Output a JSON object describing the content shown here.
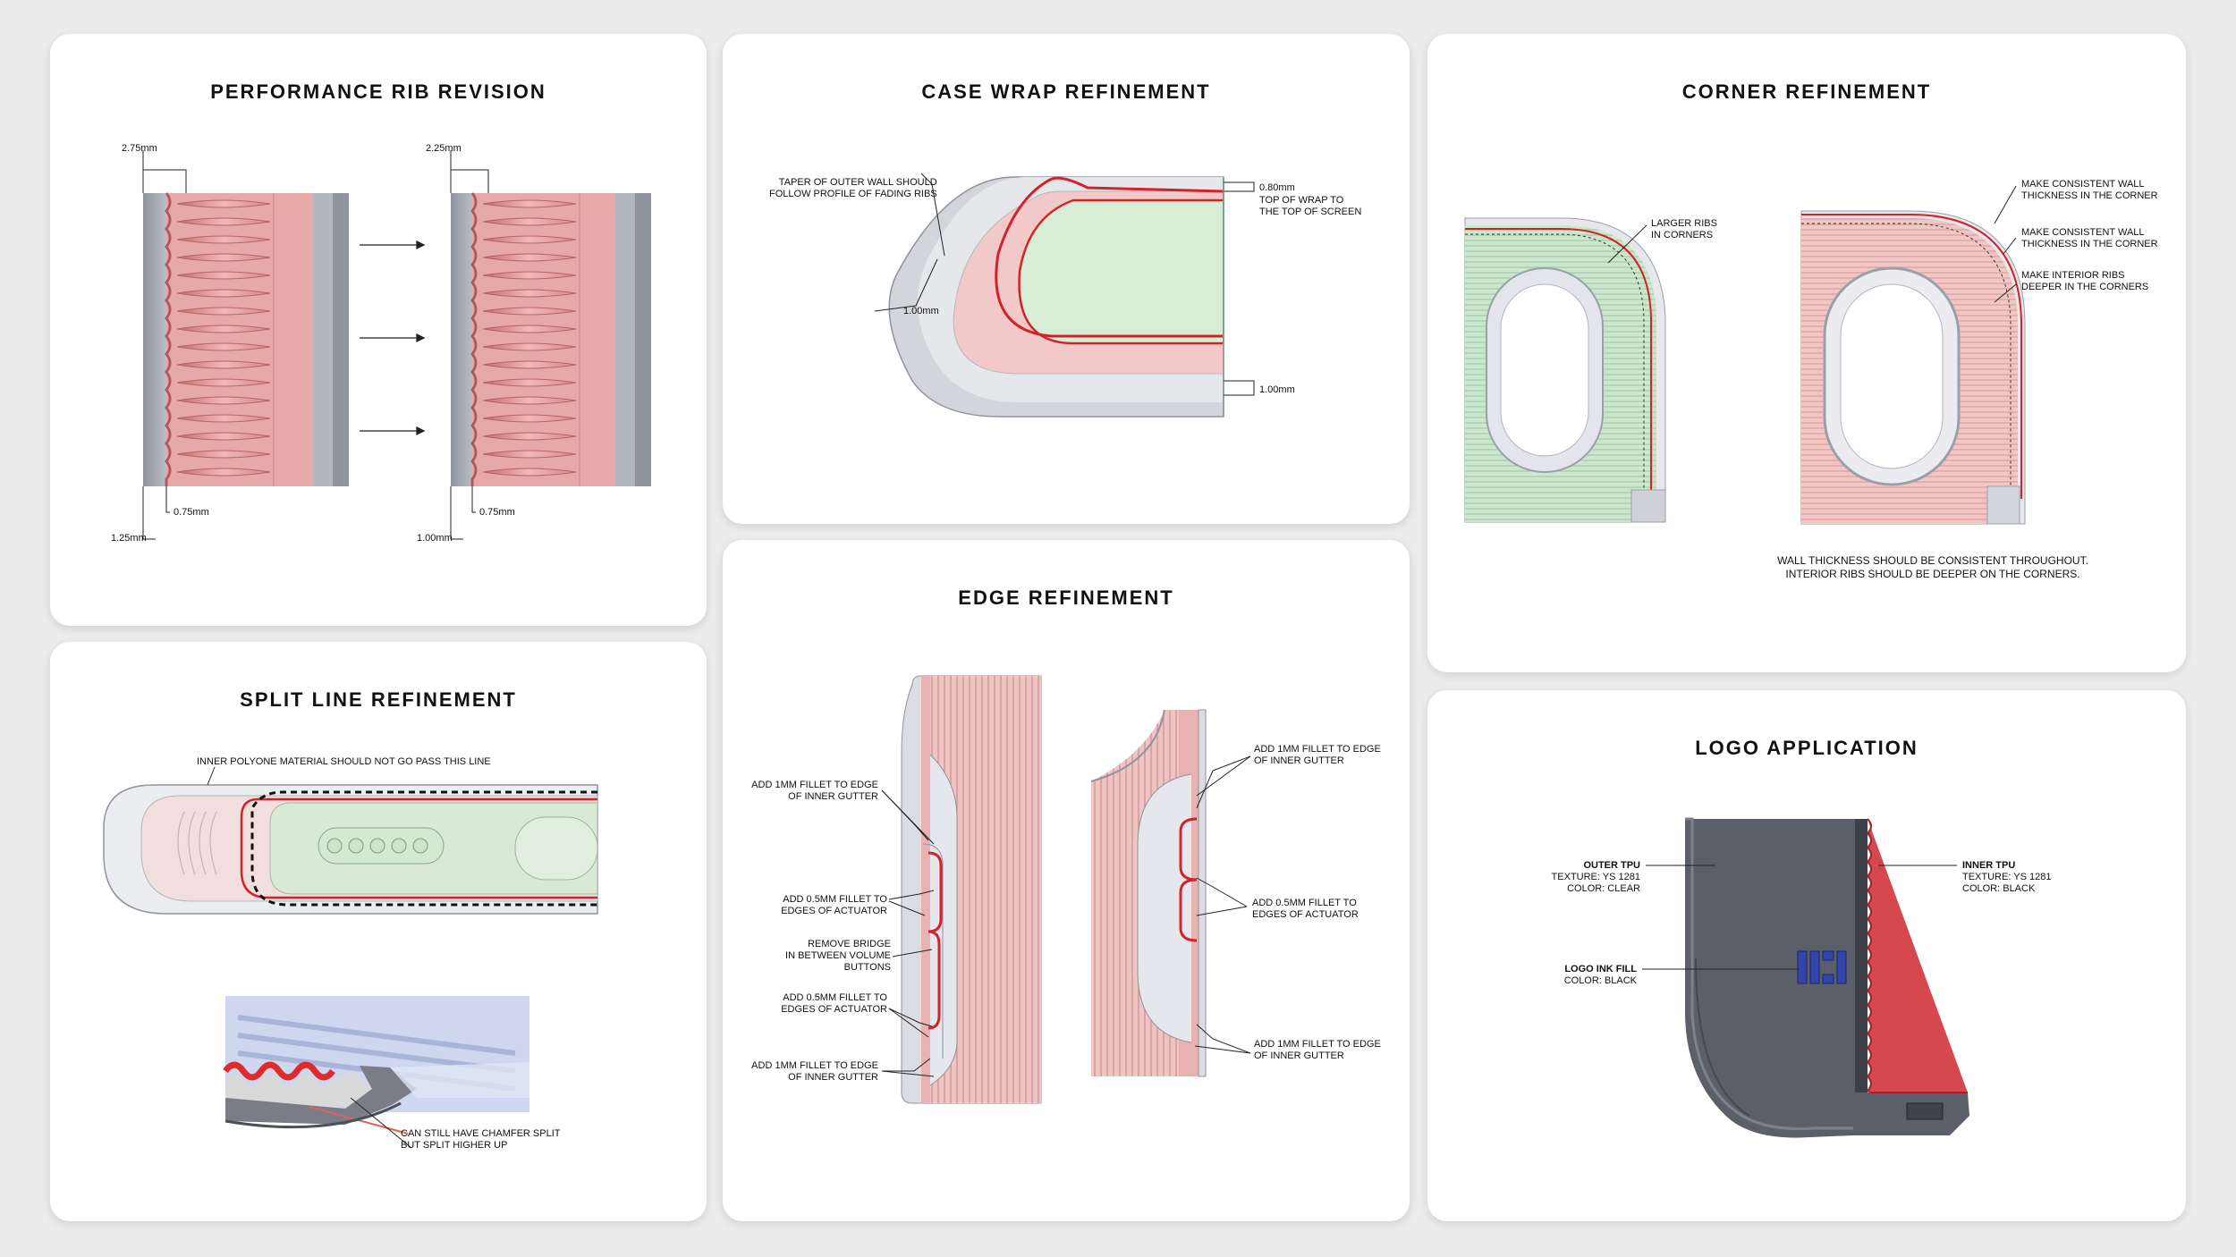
{
  "cards": {
    "rib": {
      "title": "PERFORMANCE RIB REVISION",
      "left_top": "2.75mm",
      "left_inner": "0.75mm",
      "left_bottom": "1.25mm",
      "right_top": "2.25mm",
      "right_inner": "0.75mm",
      "right_bottom": "1.00mm"
    },
    "split": {
      "title": "SPLIT LINE REFINEMENT",
      "top_note": "INNER POLYONE MATERIAL SHOULD NOT GO PASS THIS LINE",
      "bottom_note": "CAN STILL HAVE CHAMFER SPLIT\nBUT SPLIT HIGHER UP"
    },
    "wrap": {
      "title": "CASE WRAP REFINEMENT",
      "taper_note": "TAPER OF OUTER WALL SHOULD\nFOLLOW PROFILE OF FADING RIBS",
      "dim_left": "1.00mm",
      "dim_top": "0.80mm",
      "dim_top_note": "TOP OF WRAP TO\nTHE TOP OF SCREEN",
      "dim_bottom": "1.00mm"
    },
    "edge": {
      "title": "EDGE REFINEMENT",
      "l1": "ADD 1mm FILLET TO EDGE\nOF INNER GUTTER",
      "l2": "ADD 0.5mm FILLET TO\nEDGES OF ACTUATOR",
      "l3": "REMOVE BRIDGE\nIN BETWEEN VOLUME\nBUTTONS",
      "l4": "ADD 0.5mm FILLET TO\nEDGES OF ACTUATOR",
      "l5": "ADD 1mm FILLET TO EDGE\nOF INNER GUTTER",
      "r1": "ADD 1mm FILLET TO EDGE\nOF INNER GUTTER",
      "r2": "ADD 0.5mm FILLET TO\nEDGES OF ACTUATOR",
      "r3": "ADD 1mm FILLET TO EDGE\nOF INNER GUTTER"
    },
    "corner": {
      "title": "CORNER REFINEMENT",
      "left_note": "LARGER RIBS\nIN CORNERS",
      "r1": "MAKE CONSISTENT WALL\nTHICKNESS IN THE CORNER",
      "r2": "MAKE CONSISTENT WALL\nTHICKNESS IN THE CORNER",
      "r3": "MAKE INTERIOR RIBS\nDEEPER IN THE CORNERS",
      "footer": "WALL THICKNESS SHOULD BE CONSISTENT THROUGHOUT.\nINTERIOR RIBS SHOULD BE DEEPER ON THE CORNERS."
    },
    "logo": {
      "title": "LOGO APPLICATION",
      "outer_title": "OUTER TPU",
      "outer_texture": "TEXTURE: YS 1281",
      "outer_color": "COLOR: CLEAR",
      "inner_title": "INNER TPU",
      "inner_texture": "TEXTURE: YS 1281",
      "inner_color": "COLOR: BLACK",
      "ink_title": "LOGO INK FILL",
      "ink_color": "COLOR: BLACK"
    }
  },
  "colors": {
    "rib_red": "#e3a3a1",
    "green": "#cde8cf",
    "grey": "#a6aab4",
    "dark": "#5b5f69",
    "red_line": "#d0232a"
  }
}
